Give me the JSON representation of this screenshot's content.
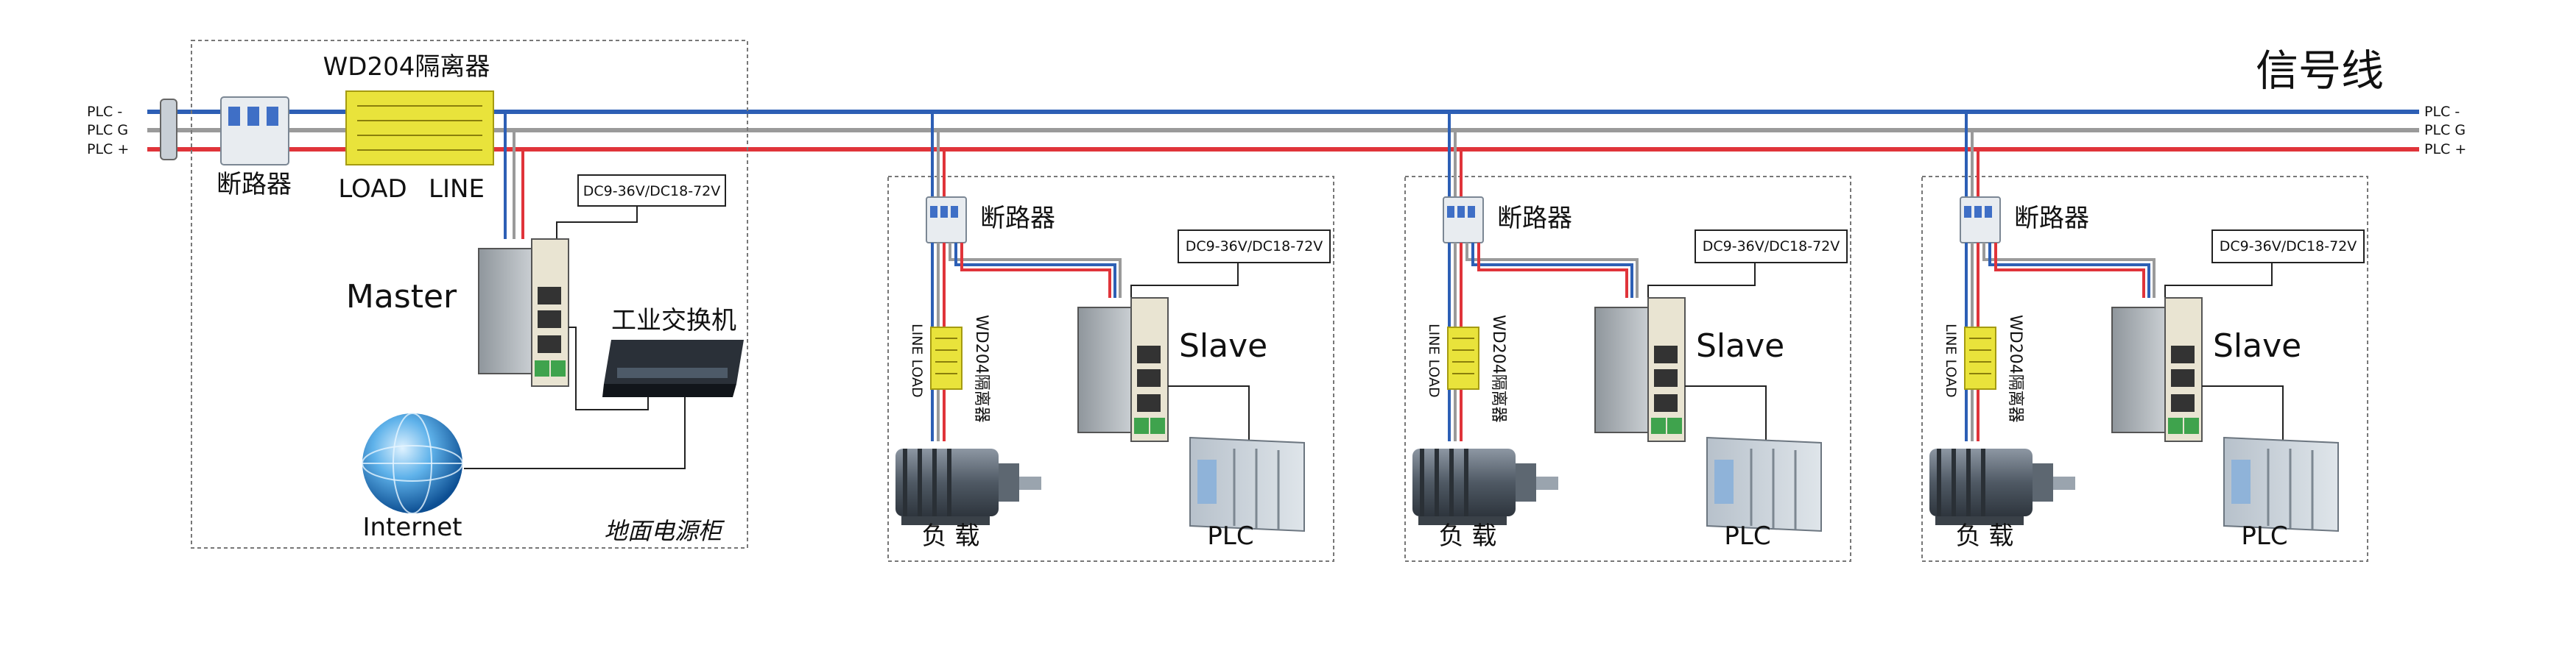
{
  "title": "信号线",
  "line_labels": {
    "minus": "PLC -",
    "ground": "PLC G",
    "plus": "PLC +"
  },
  "colors": {
    "minus": "#2d5fb5",
    "ground": "#9a9a9a",
    "plus": "#e0343a",
    "isolator": "#e9e33b",
    "cabinet_border": "#777777"
  },
  "cabinet": {
    "breaker_label": "断路器",
    "isolator_label": "WD204隔离器",
    "load_label": "LOAD",
    "line_label": "LINE",
    "power_label": "DC9-36V/DC18-72V",
    "master_label": "Master",
    "switch_label": "工业交换机",
    "internet_label": "Internet",
    "cabinet_label": "地面电源柜"
  },
  "stations": [
    {
      "breaker_label": "断路器",
      "power_label": "DC9-36V/DC18-72V",
      "slave_label": "Slave",
      "line_load_label": "LINE LOAD",
      "isolator_label": "WD204隔离器",
      "load_label": "负 载",
      "plc_label": "PLC"
    },
    {
      "breaker_label": "断路器",
      "power_label": "DC9-36V/DC18-72V",
      "slave_label": "Slave",
      "line_load_label": "LINE LOAD",
      "isolator_label": "WD204隔离器",
      "load_label": "负 载",
      "plc_label": "PLC"
    },
    {
      "breaker_label": "断路器",
      "power_label": "DC9-36V/DC18-72V",
      "slave_label": "Slave",
      "line_load_label": "LINE LOAD",
      "isolator_label": "WD204隔离器",
      "load_label": "负 载",
      "plc_label": "PLC"
    }
  ]
}
